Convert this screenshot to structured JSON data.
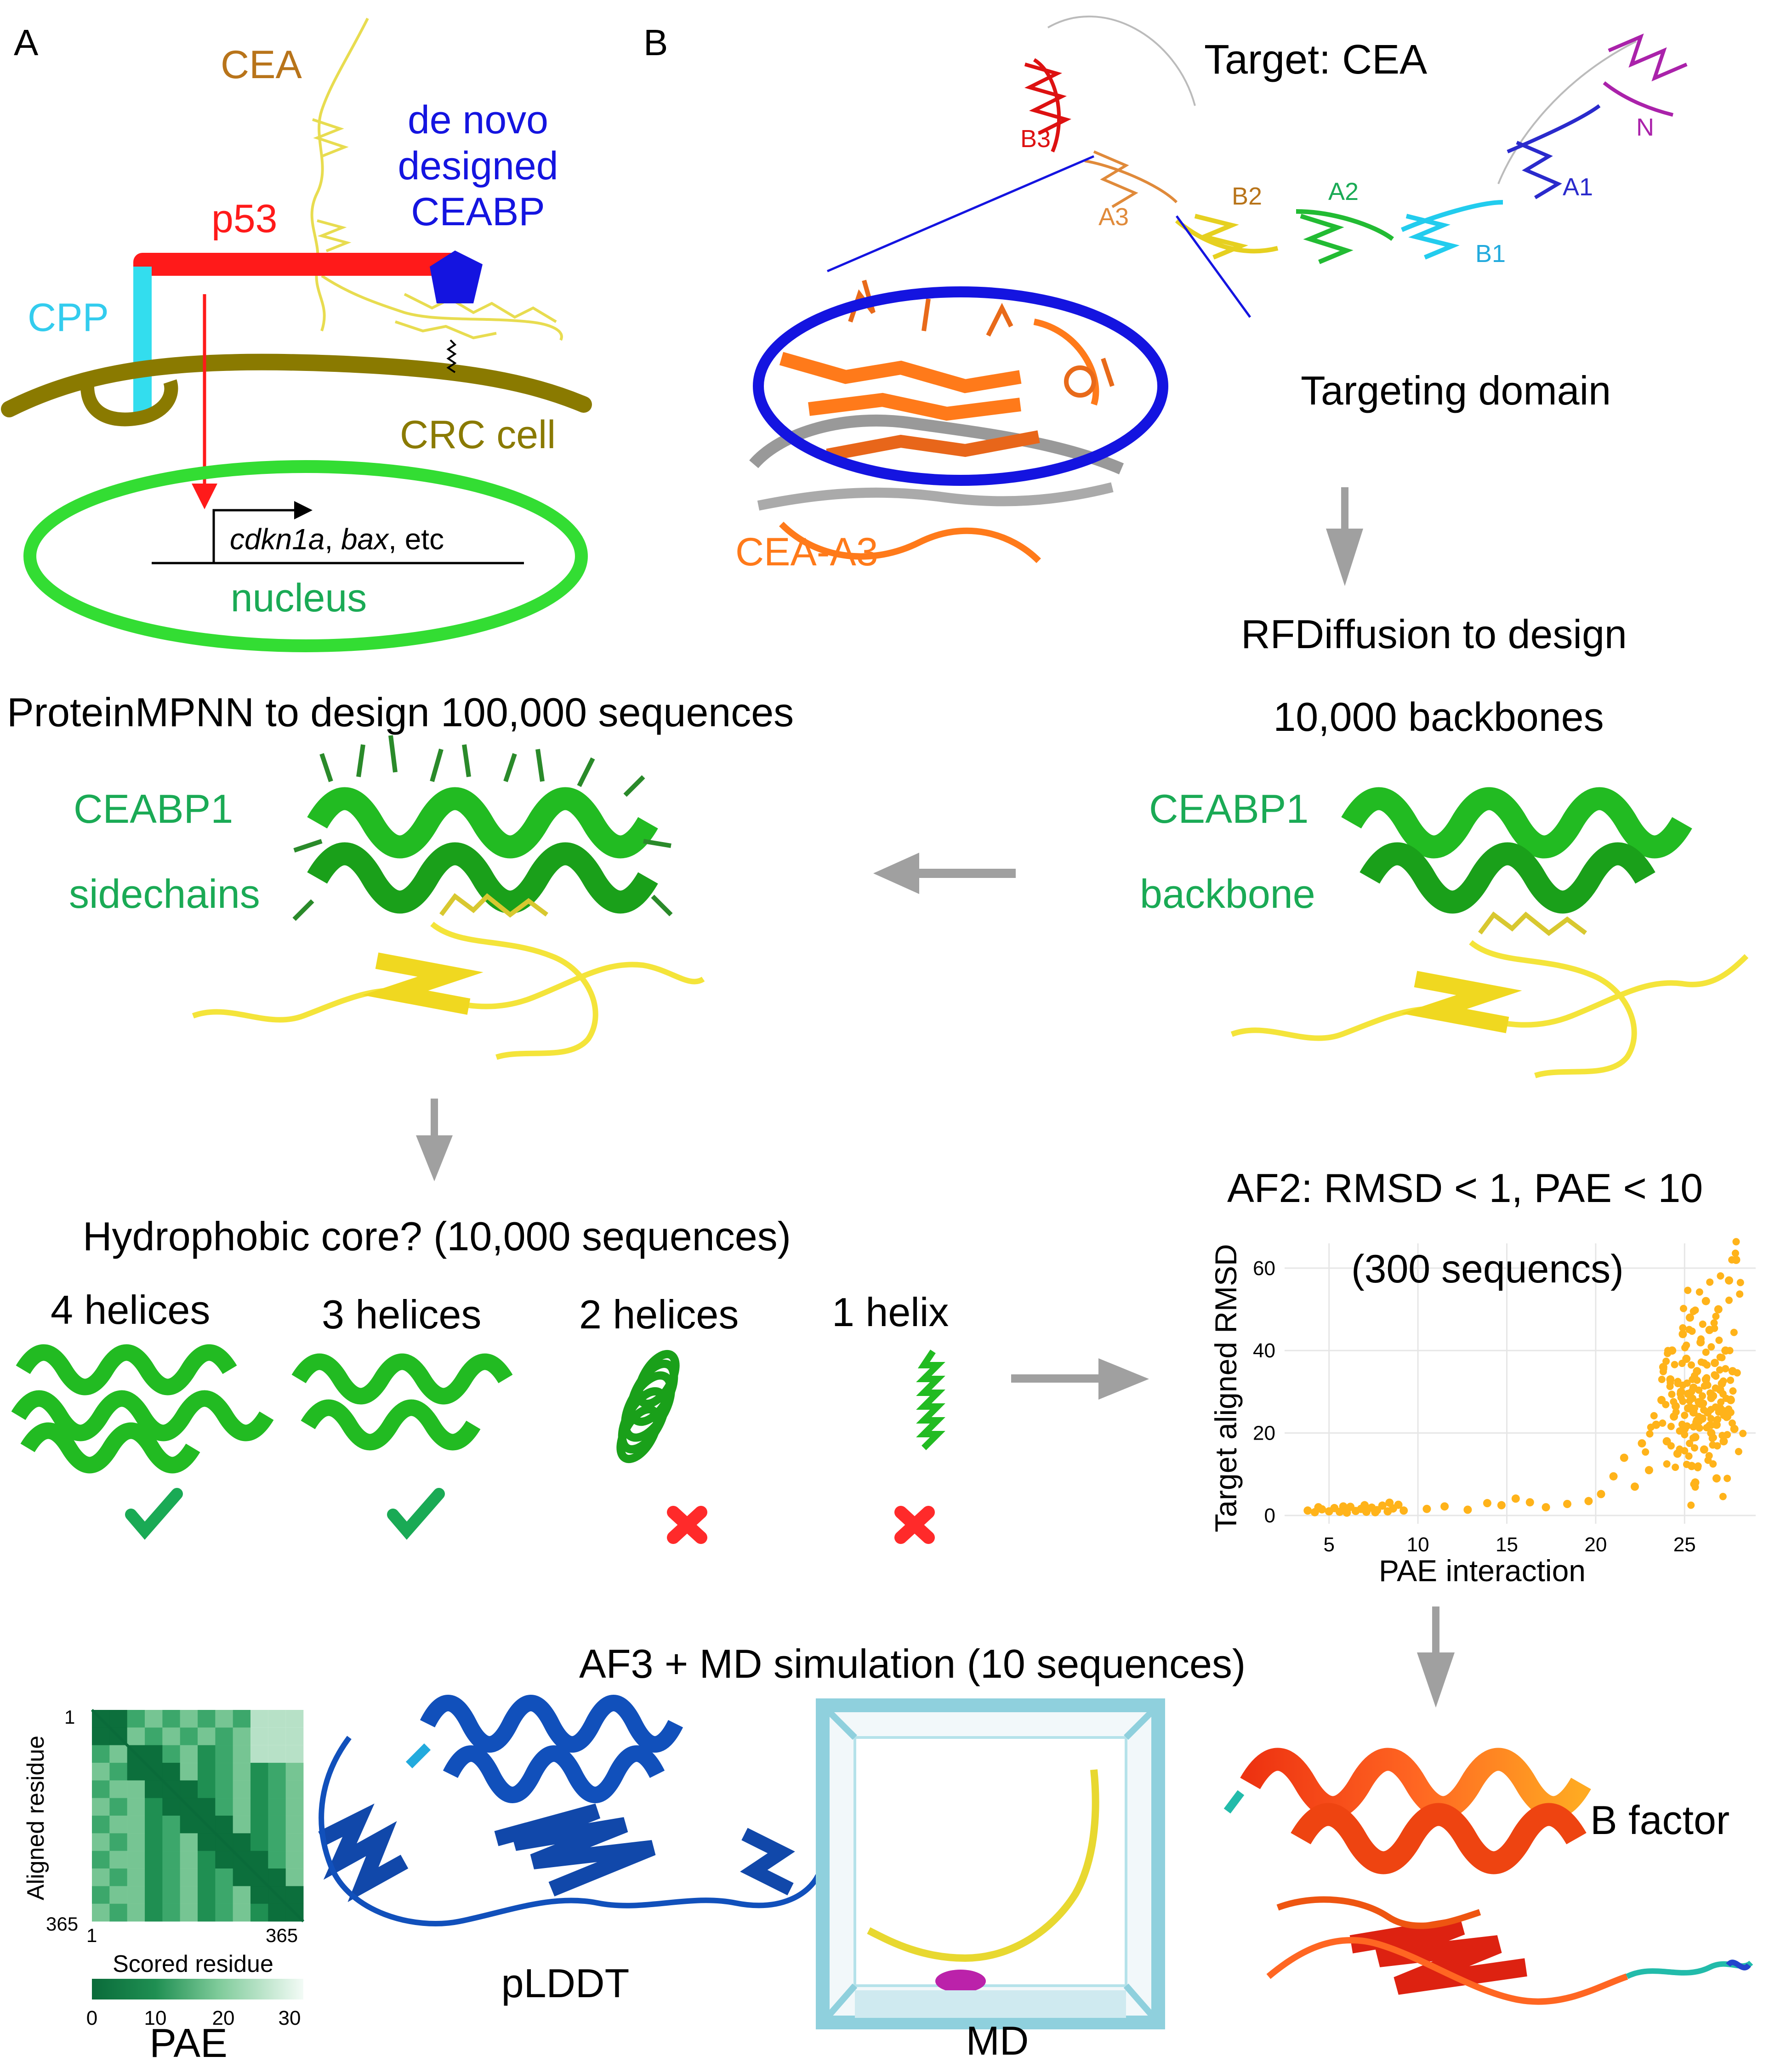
{
  "panel_a": {
    "label": "A",
    "cea": "CEA",
    "de_novo_1": "de novo",
    "de_novo_2": "designed",
    "de_novo_3": "CEABP",
    "p53": "p53",
    "cpp": "CPP",
    "crc_cell": "CRC cell",
    "genes_1": "cdkn1a",
    "genes_sep1": ", ",
    "genes_2": "bax",
    "genes_3": ", etc",
    "nucleus": "nucleus"
  },
  "panel_b": {
    "label": "B",
    "target": "Target: CEA",
    "domains": {
      "b3": "B3",
      "a3": "A3",
      "b2": "B2",
      "a2": "A2",
      "b1": "B1",
      "a1": "A1",
      "n": "N"
    },
    "targeting_domain": "Targeting domain",
    "cea_a3": "CEA-A3"
  },
  "workflow": {
    "rfdiffusion_1": "RFDiffusion to design",
    "rfdiffusion_2": "10,000 backbones",
    "proteinmpnn": "ProteinMPNN to design 100,000 sequences",
    "ceabp1_sidechains_title": "CEABP1",
    "ceabp1_sidechains_sub": "sidechains",
    "ceabp1_backbone_title": "CEABP1",
    "ceabp1_backbone_sub": "backbone",
    "hydrophobic": "Hydrophobic core? (10,000 sequences)",
    "helices": [
      {
        "label": "4 helices",
        "pass": true
      },
      {
        "label": "3 helices",
        "pass": true
      },
      {
        "label": "2 helices",
        "pass": false
      },
      {
        "label": "1 helix",
        "pass": false
      }
    ],
    "af2_title": "AF2: RMSD < 1, PAE < 10",
    "af2_sub": "(300 sequencs)",
    "af3_md": "AF3 +  MD simulation (10 sequences)",
    "b_factor": "B factor",
    "plddt": "pLDDT",
    "md": "MD",
    "pae": "PAE"
  },
  "pae_heatmap": {
    "ylabel": "Aligned residue",
    "xlabel": "Scored residue",
    "top_label": "1",
    "bottom_left": "365",
    "x_start": "1",
    "x_end": "365",
    "colorbar_ticks": [
      "0",
      "10",
      "20",
      "30"
    ],
    "colormap": [
      "#0a6b3a",
      "#1f8f52",
      "#3faa6e",
      "#7fcb9a",
      "#c8ead4",
      "#f3fbf6"
    ]
  },
  "colors": {
    "cea_gold": "#b8741a",
    "ceabp_blue": "#1414e0",
    "p53_red": "#ff1a1a",
    "cpp_cyan": "#33ddee",
    "crc_olive": "#8a7a00",
    "nucleus_green": "#33dd33",
    "nucleus_text": "#1aaa55",
    "cea_a3_orange": "#ff7a1a",
    "ceabp_green": "#1aaa55",
    "helix_green": "#22bb22",
    "check_green": "#1aaa55",
    "cross_red": "#ff2a2a",
    "arrow_grey": "#a0a0a0",
    "scatter_orange": "#ffb31a"
  },
  "chart_data": {
    "type": "scatter",
    "xlabel": "PAE interaction",
    "ylabel": "Target aligned RMSD",
    "xlim": [
      2.5,
      29
    ],
    "ylim": [
      -2,
      66
    ],
    "xticks": [
      5,
      10,
      15,
      20,
      25
    ],
    "yticks": [
      0,
      20,
      40,
      60
    ],
    "grid": true,
    "series": [
      {
        "points": [
          [
            3.8,
            1.2
          ],
          [
            4.2,
            0.8
          ],
          [
            4.6,
            1.5
          ],
          [
            5.0,
            1.0
          ],
          [
            5.3,
            1.8
          ],
          [
            5.6,
            0.9
          ],
          [
            5.9,
            1.4
          ],
          [
            6.2,
            2.1
          ],
          [
            6.5,
            1.1
          ],
          [
            6.8,
            1.6
          ],
          [
            7.1,
            0.9
          ],
          [
            7.4,
            1.9
          ],
          [
            7.7,
            1.3
          ],
          [
            8.0,
            2.4
          ],
          [
            8.3,
            1.0
          ],
          [
            8.6,
            1.7
          ],
          [
            8.9,
            2.6
          ],
          [
            9.2,
            1.2
          ],
          [
            4.4,
            2.0
          ],
          [
            5.8,
            2.2
          ],
          [
            7.0,
            2.5
          ],
          [
            8.4,
            3.1
          ],
          [
            6.0,
            0.7
          ],
          [
            7.6,
            0.8
          ],
          [
            10.5,
            1.6
          ],
          [
            11.5,
            2.2
          ],
          [
            12.8,
            1.4
          ],
          [
            13.9,
            3.0
          ],
          [
            14.7,
            2.5
          ],
          [
            15.5,
            4.1
          ],
          [
            16.3,
            3.2
          ],
          [
            17.2,
            2.0
          ],
          [
            18.4,
            2.8
          ],
          [
            19.6,
            3.5
          ],
          [
            20.3,
            5.2
          ],
          [
            21.0,
            9.5
          ],
          [
            21.6,
            14.0
          ],
          [
            22.2,
            7.0
          ],
          [
            22.6,
            17.5
          ],
          [
            23.0,
            11.0
          ],
          [
            23.4,
            22.0
          ],
          [
            23.7,
            28.0
          ],
          [
            24.0,
            18.0
          ],
          [
            24.2,
            33.0
          ],
          [
            24.4,
            24.0
          ],
          [
            24.6,
            15.0
          ],
          [
            24.8,
            30.0
          ],
          [
            25.0,
            21.0
          ],
          [
            25.1,
            38.0
          ],
          [
            25.2,
            26.0
          ],
          [
            25.4,
            12.0
          ],
          [
            25.5,
            31.0
          ],
          [
            25.6,
            19.0
          ],
          [
            25.7,
            35.0
          ],
          [
            25.8,
            23.0
          ],
          [
            25.9,
            42.0
          ],
          [
            26.0,
            27.0
          ],
          [
            26.1,
            16.0
          ],
          [
            26.2,
            33.0
          ],
          [
            26.3,
            25.0
          ],
          [
            26.4,
            45.0
          ],
          [
            26.5,
            20.0
          ],
          [
            26.6,
            29.0
          ],
          [
            26.7,
            37.0
          ],
          [
            26.8,
            22.0
          ],
          [
            26.9,
            50.0
          ],
          [
            27.0,
            26.0
          ],
          [
            27.1,
            32.0
          ],
          [
            27.2,
            18.0
          ],
          [
            27.3,
            40.0
          ],
          [
            27.4,
            24.0
          ],
          [
            27.5,
            57.0
          ],
          [
            27.6,
            28.0
          ],
          [
            27.7,
            35.0
          ],
          [
            27.8,
            21.0
          ],
          [
            27.9,
            62.0
          ],
          [
            24.3,
            40.0
          ],
          [
            24.9,
            44.0
          ],
          [
            25.3,
            48.0
          ],
          [
            26.2,
            52.0
          ],
          [
            23.8,
            36.0
          ],
          [
            25.6,
            8.0
          ],
          [
            26.8,
            9.0
          ],
          [
            24.5,
            26.5
          ],
          [
            25.5,
            25.0
          ],
          [
            26.0,
            23.5
          ],
          [
            26.5,
            28.5
          ],
          [
            27.0,
            30.5
          ],
          [
            25.2,
            29.5
          ],
          [
            25.8,
            27.5
          ]
        ]
      }
    ]
  }
}
